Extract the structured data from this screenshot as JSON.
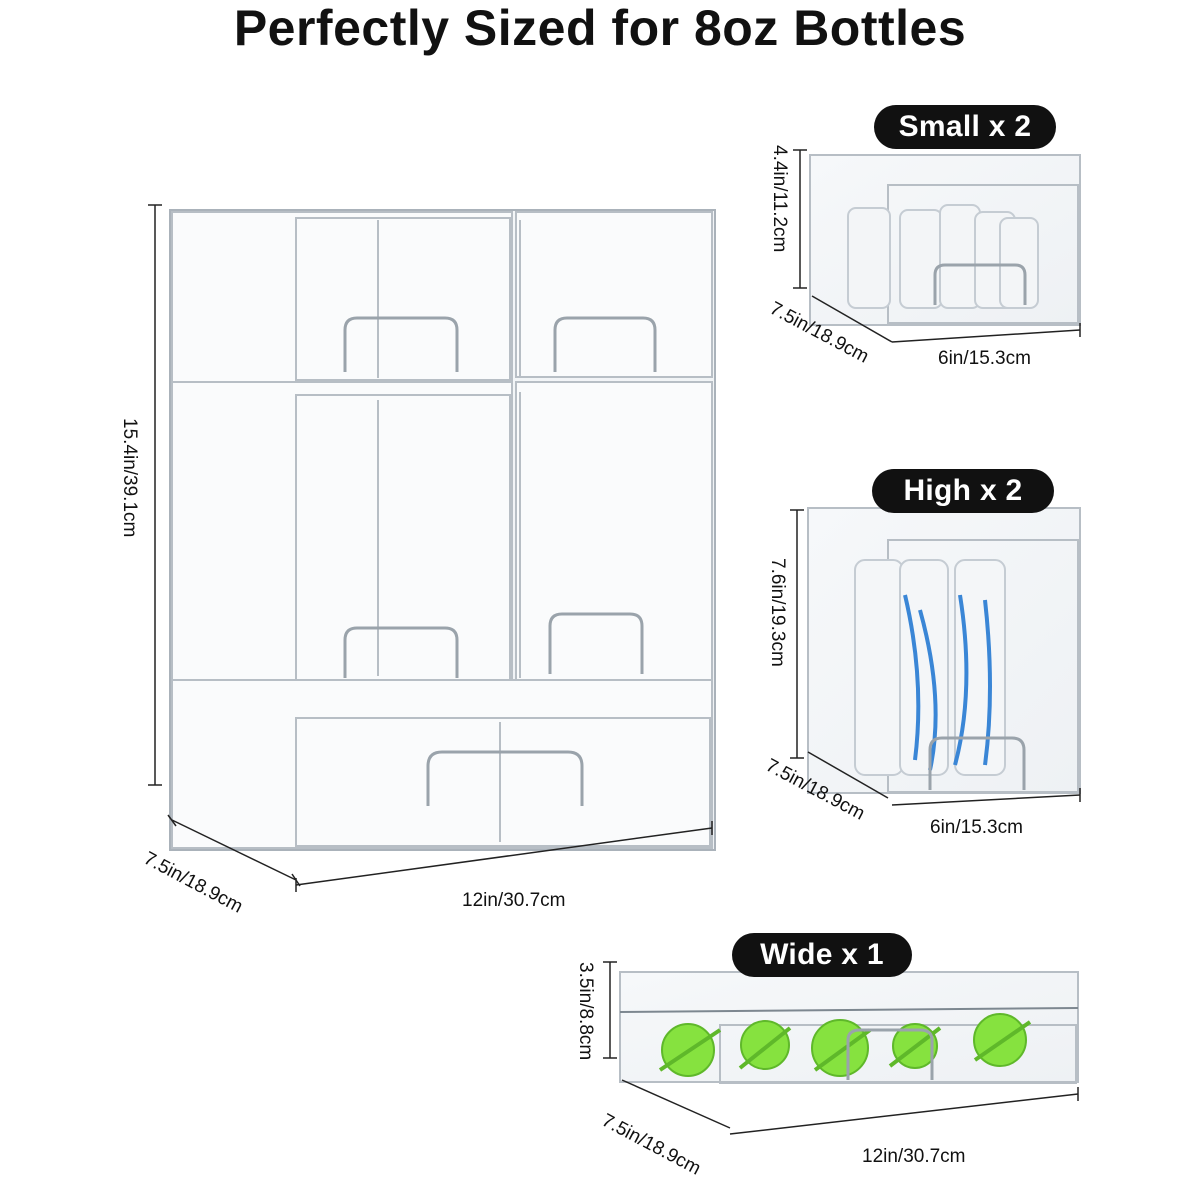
{
  "title": "Perfectly Sized for 8oz Bottles",
  "main_unit": {
    "height": "15.4in/39.1cm",
    "depth": "7.5in/18.9cm",
    "width": "12in/30.7cm"
  },
  "small": {
    "badge": "Small x 2",
    "height": "4.4in/11.2cm",
    "depth": "7.5in/18.9cm",
    "width": "6in/15.3cm"
  },
  "high": {
    "badge": "High x 2",
    "height": "7.6in/19.3cm",
    "depth": "7.5in/18.9cm",
    "width": "6in/15.3cm"
  },
  "wide": {
    "badge": "Wide x 1",
    "height": "3.5in/8.8cm",
    "depth": "7.5in/18.9cm",
    "width": "12in/30.7cm"
  },
  "colors": {
    "outline": "#b9c0c7",
    "outline_dark": "#8e979f",
    "green": "#86e23f",
    "blue": "#3a86d6"
  }
}
